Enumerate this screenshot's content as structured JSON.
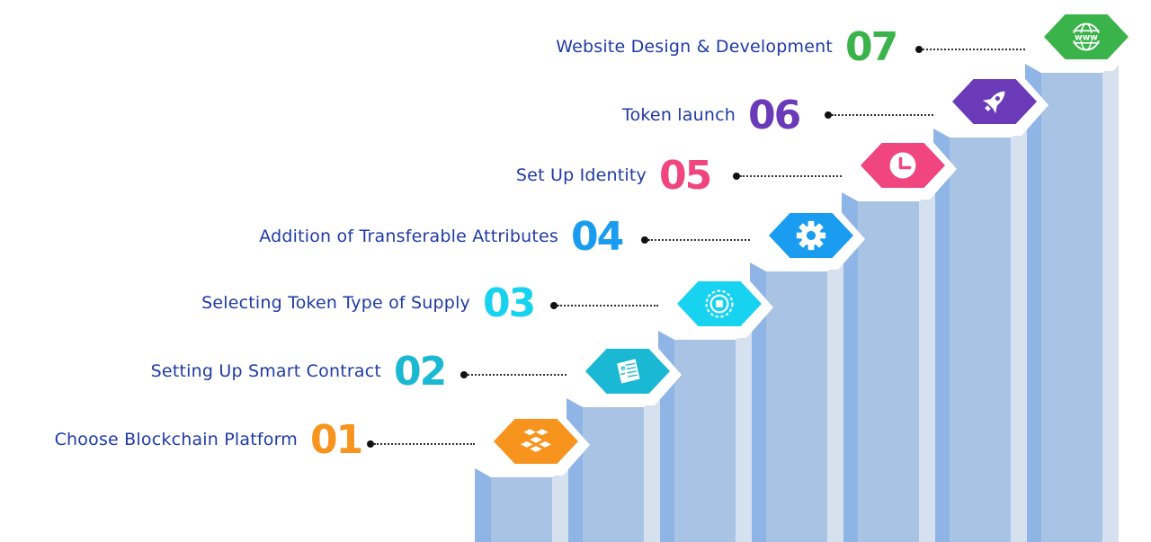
{
  "steps": [
    {
      "num": "01",
      "label": "Choose Blockchain Platform",
      "color": "#f7941d",
      "icon": "blocks-icon"
    },
    {
      "num": "02",
      "label": "Setting Up Smart Contract",
      "color": "#1ab8d2",
      "icon": "contract-document-icon"
    },
    {
      "num": "03",
      "label": "Selecting Token Type of Supply",
      "color": "#17d3ef",
      "icon": "token-coin-icon"
    },
    {
      "num": "04",
      "label": "Addition of Transferable Attributes",
      "color": "#1a9df0",
      "icon": "gear-icon"
    },
    {
      "num": "05",
      "label": "Set Up Identity",
      "color": "#f0457e",
      "icon": "clock-icon"
    },
    {
      "num": "06",
      "label": "Token launch",
      "color": "#6a3ab8",
      "icon": "rocket-icon"
    },
    {
      "num": "07",
      "label": "Website Design & Development",
      "color": "#3ab34a",
      "icon": "www-globe-icon"
    }
  ]
}
